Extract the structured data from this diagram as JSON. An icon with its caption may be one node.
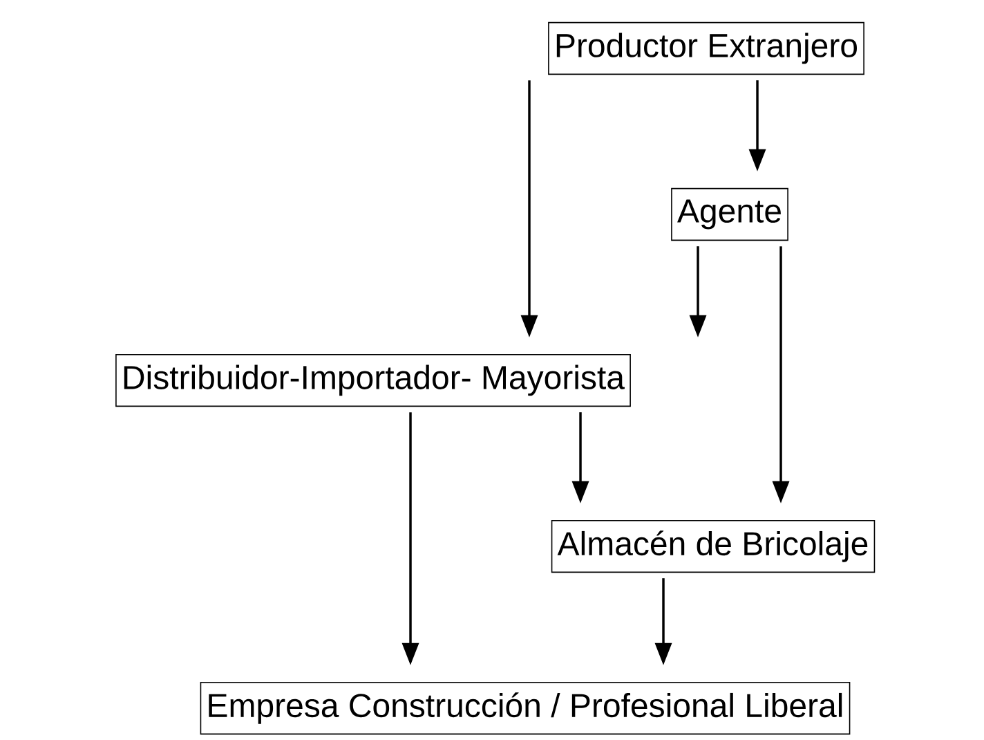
{
  "diagram": {
    "nodes": [
      {
        "text": [
          "Productor Extranjero"
        ]
      },
      {
        "text": [
          "Agente"
        ]
      },
      {
        "text": [
          "Distribuidor-Importador- Mayorista"
        ]
      },
      {
        "text": [
          "Almacén de Bricolaje"
        ]
      },
      {
        "text": [
          "Empresa Construcción / Profesional Liberal"
        ]
      }
    ],
    "edges": [
      {
        "from": 0,
        "to": 2,
        "arrow": "to"
      },
      {
        "from": 0,
        "to": 1,
        "arrow": "to"
      },
      {
        "from": 1,
        "to": 2,
        "arrow": "to"
      },
      {
        "from": 1,
        "to": 3,
        "arrow": "to"
      },
      {
        "from": 2,
        "to": 3,
        "arrow": "to"
      },
      {
        "from": 2,
        "to": 4,
        "arrow": "to"
      },
      {
        "from": 3,
        "to": 4,
        "arrow": "to"
      }
    ]
  }
}
